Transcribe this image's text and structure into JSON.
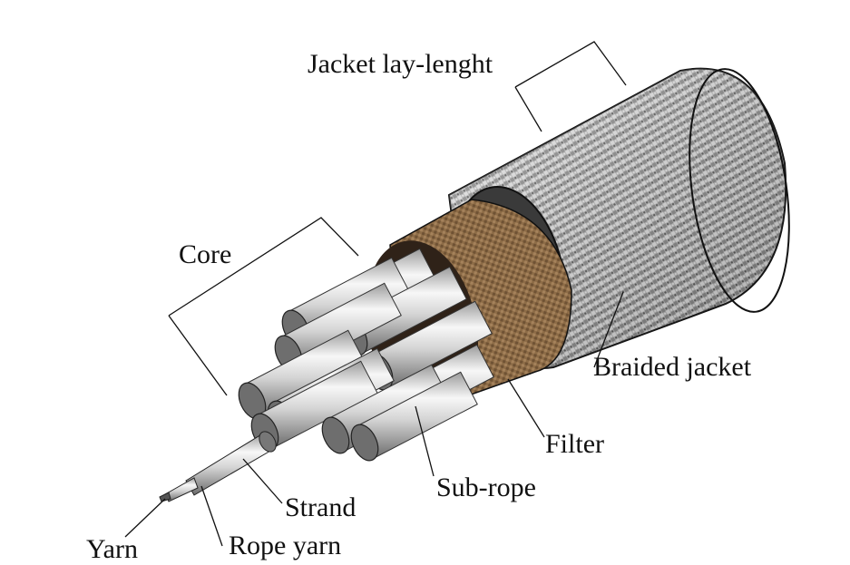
{
  "labels": {
    "jacket_lay_length": "Jacket lay-lenght",
    "core": "Core",
    "braided_jacket": "Braided jacket",
    "filter": "Filter",
    "sub_rope": "Sub-rope",
    "strand": "Strand",
    "yarn": "Yarn",
    "rope_yarn": "Rope yarn"
  },
  "colors": {
    "jacket_light": "#cfcfcf",
    "jacket_dark": "#6a6a6a",
    "filter": "#8a6a45",
    "filter_dark": "#5e4428",
    "steel_light": "#f2f2f2",
    "steel_dark": "#555555",
    "line": "#111111"
  }
}
